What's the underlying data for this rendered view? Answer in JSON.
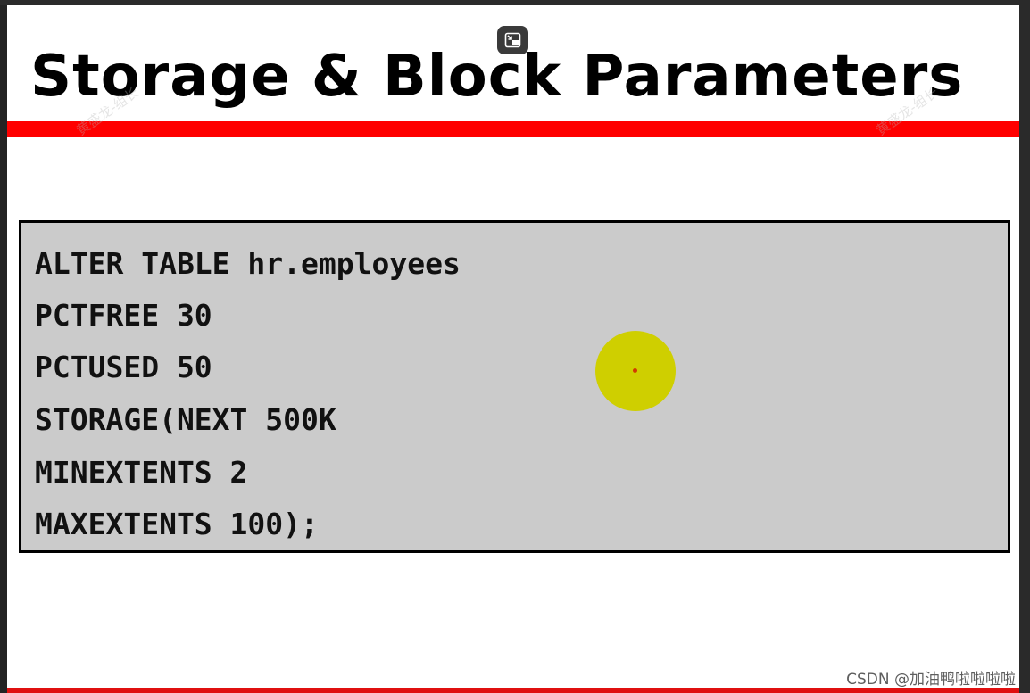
{
  "slide": {
    "title": "Storage & Block Parameters",
    "code_lines": [
      "ALTER TABLE hr.employees",
      "PCTFREE 30",
      "PCTUSED 50",
      "STORAGE(NEXT 500K",
      "MINEXTENTS 2",
      "MAXEXTENTS 100);"
    ]
  },
  "player": {
    "exit_fullscreen_icon": "exit-fullscreen-icon"
  },
  "watermark": {
    "text": "黄盛龙-组长"
  },
  "credit": {
    "text": "CSDN @加油鸭啦啦啦啦"
  },
  "colors": {
    "title_bar_accent": "#ff0000",
    "code_background": "#cbcbcb",
    "cursor_highlight": "#cfcf00"
  }
}
